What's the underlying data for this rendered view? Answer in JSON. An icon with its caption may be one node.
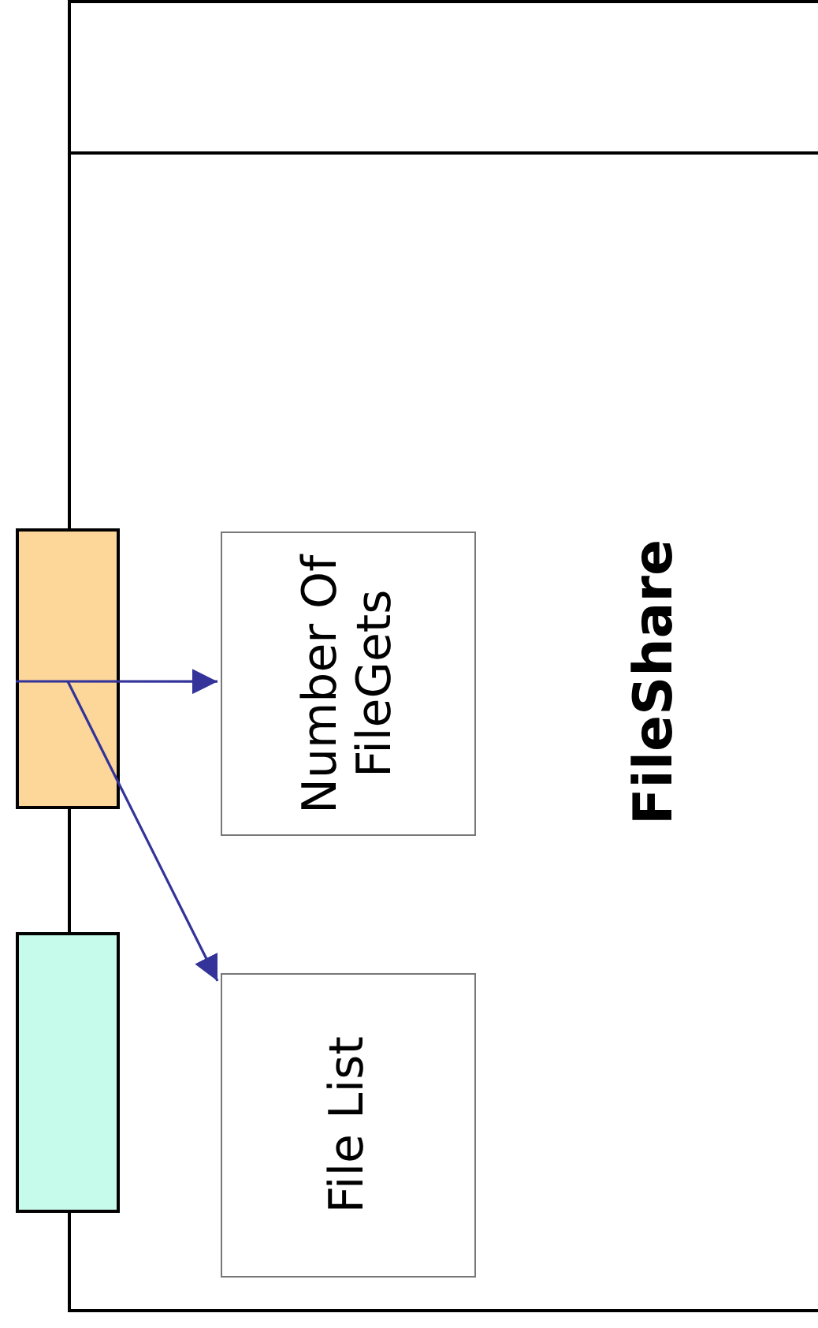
{
  "diagram": {
    "nodes": [
      {
        "text": [
          "FileShare"
        ]
      },
      {
        "text": [],
        "shape": "box"
      },
      {
        "text": [],
        "shape": "box"
      },
      {
        "text": [
          "Number Of FileGets"
        ],
        "in": 0
      },
      {
        "text": [
          "File List"
        ],
        "in": 0
      }
    ],
    "edges": [
      {
        "from": 1,
        "to": 3,
        "arrow": "to"
      },
      {
        "from": 1,
        "to": 4,
        "arrow": "to"
      }
    ]
  }
}
